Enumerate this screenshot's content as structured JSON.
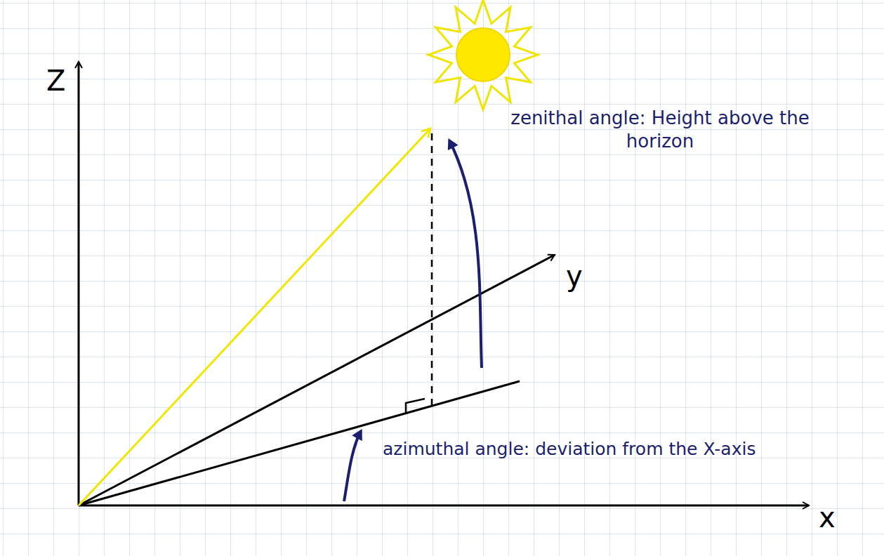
{
  "diagram": {
    "labels": [
      "Z",
      "y",
      "x",
      "zenithal angle: Height above the horizon",
      "azimuthal angle: deviation from the X-axis"
    ]
  }
}
